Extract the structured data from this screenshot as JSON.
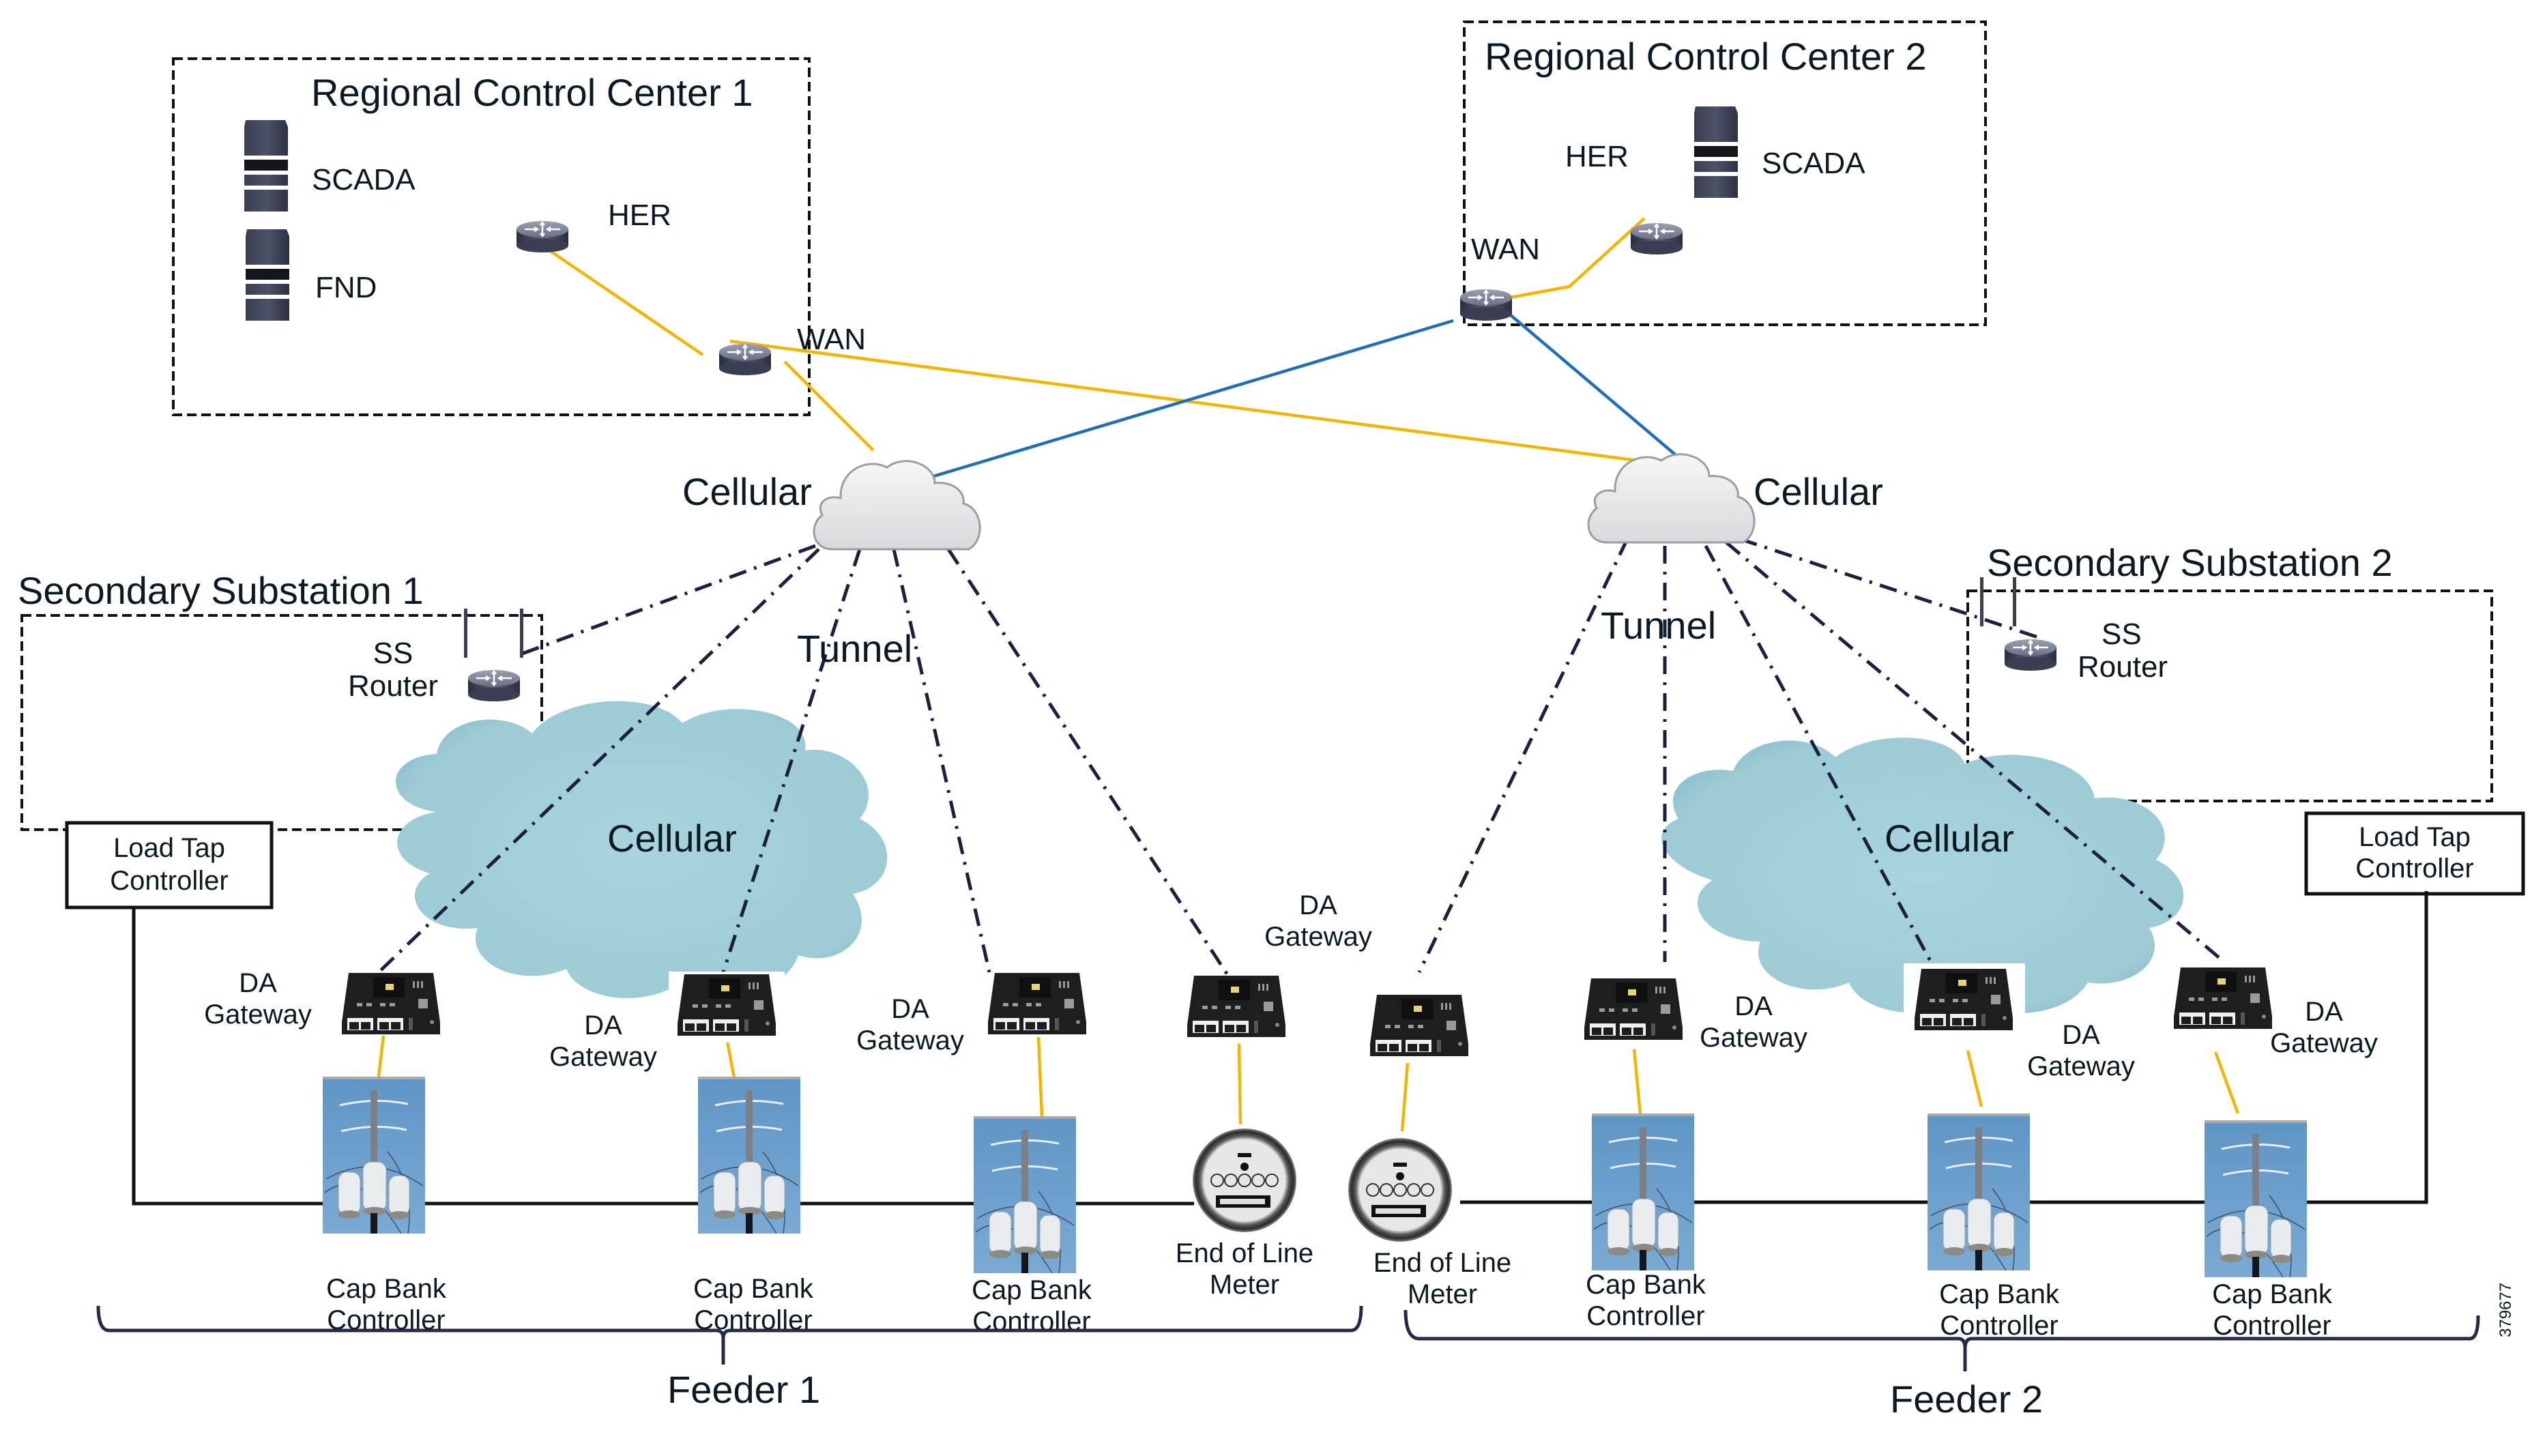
{
  "diagram": {
    "regions": {
      "rcc1": {
        "title": "Regional Control Center 1",
        "scada": "SCADA",
        "fnd": "FND",
        "her": "HER",
        "wan": "WAN"
      },
      "rcc2": {
        "title": "Regional Control Center 2",
        "scada": "SCADA",
        "her": "HER",
        "wan": "WAN"
      },
      "ss1": {
        "title": "Secondary Substation 1",
        "router_line1": "SS",
        "router_line2": "Router"
      },
      "ss2": {
        "title": "Secondary Substation 2",
        "router_line1": "SS",
        "router_line2": "Router"
      }
    },
    "clouds": {
      "public_left": "Cellular",
      "public_right": "Cellular",
      "field_left": "Cellular",
      "field_right": "Cellular",
      "tunnel_left": "Tunnel",
      "tunnel_right": "Tunnel"
    },
    "load_tap": {
      "left_line1": "Load Tap",
      "left_line2": "Controller",
      "right_line1": "Load  Tap",
      "right_line2": "Controller"
    },
    "gateway_label": {
      "line1": "DA",
      "line2": "Gateway"
    },
    "cap_bank_label": {
      "line1": "Cap  Bank",
      "line2": "Controller"
    },
    "meter_label": {
      "line1": "End of Line",
      "line2": "Meter"
    },
    "feeders": {
      "feeder1": "Feeder 1",
      "feeder2": "Feeder 2"
    },
    "figure_id": "379677",
    "colors": {
      "wan_link": "#f2b600",
      "cellular_link": "#1f6fb8",
      "tunnel_link": "#1c2040",
      "field_cloud": "#a3d0db",
      "device_dark": "#2e3040"
    }
  }
}
